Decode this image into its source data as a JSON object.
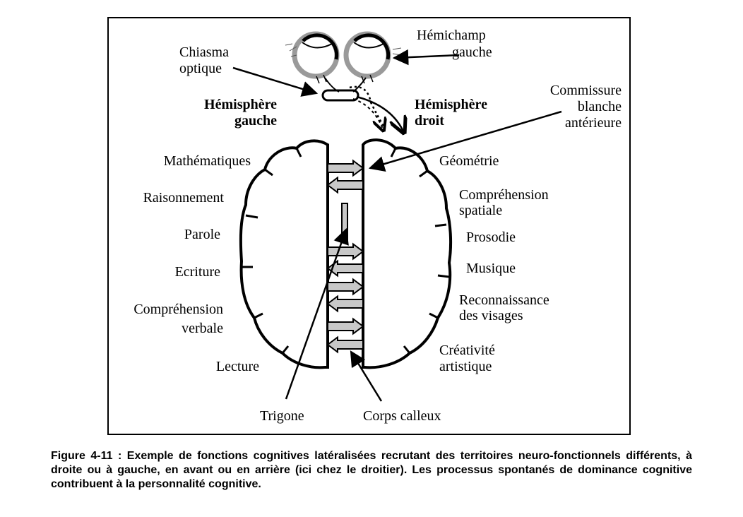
{
  "labels": {
    "hemichamp_l1": "Hémichamp",
    "hemichamp_l2": "gauche",
    "chiasma_l1": "Chiasma",
    "chiasma_l2": "optique",
    "hemisphere_gauche_l1": "Hémisphère",
    "hemisphere_gauche_l2": "gauche",
    "hemisphere_droit_l1": "Hémisphère",
    "hemisphere_droit_l2": "droit",
    "commissure_l1": "Commissure",
    "commissure_l2": "blanche",
    "commissure_l3": "antérieure",
    "trigone": "Trigone",
    "corps_calleux": "Corps calleux"
  },
  "left_functions": [
    "Mathématiques",
    "Raisonnement",
    "Parole",
    "Ecriture",
    "Compréhension",
    "verbale",
    "Lecture"
  ],
  "right_functions": [
    "Géométrie",
    "Compréhension",
    "spatiale",
    "Prosodie",
    "Musique",
    "Reconnaissance",
    "des visages",
    "Créativité",
    "artistique"
  ],
  "caption": "Figure 4-11 : Exemple de fonctions cognitives latéralisées recrutant des territoires neuro-fonctionnels différents, à droite ou à gauche, en avant ou en arrière (ici chez le droitier). Les processus spontanés de dominance cognitive contribuent à la personnalité cognitive.",
  "colors": {
    "arrow_fill": "#c8c8c8",
    "eye_grey": "#9a9a9a"
  }
}
